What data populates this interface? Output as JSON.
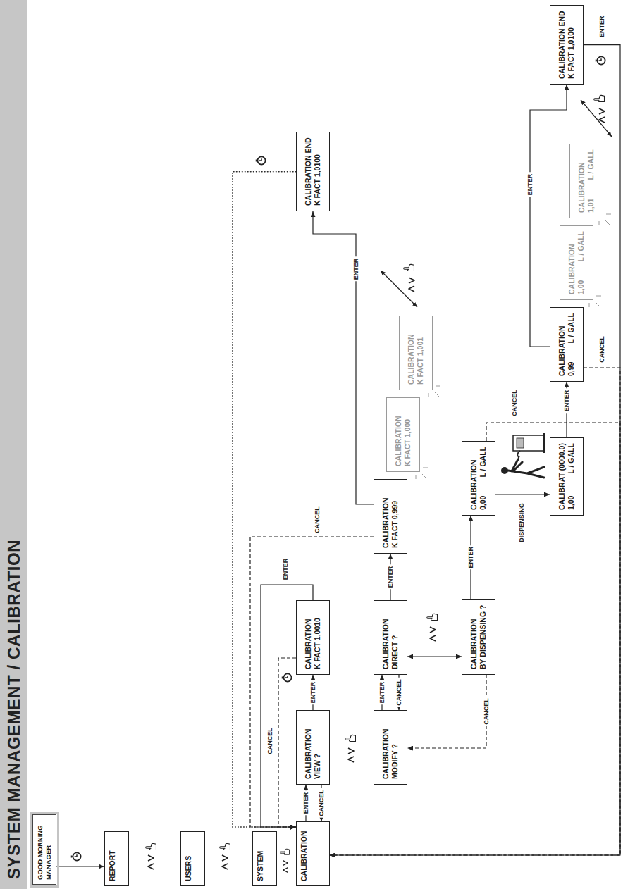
{
  "diagram": {
    "title": "SYSTEM MANAGEMENT / CALIBRATION",
    "nodes": [
      {
        "text": [
          "GOOD MORNING MANAGER"
        ]
      },
      {
        "text": [
          "REPORT"
        ]
      },
      {
        "text": [
          "USERS"
        ]
      },
      {
        "text": [
          "SYSTEM"
        ]
      },
      {
        "text": [
          "CALIBRATION"
        ]
      },
      {
        "text": [
          "CALIBRATION",
          "VIEW ?"
        ]
      },
      {
        "text": [
          "CALIBRATION",
          "K FACT 1,0010"
        ]
      },
      {
        "text": [
          "CALIBRATION END",
          "K FACT 1,0100"
        ]
      },
      {
        "text": [
          "CALIBRATION",
          "MODIFY ?"
        ]
      },
      {
        "text": [
          "CALIBRATION",
          "DIRECT ?"
        ]
      },
      {
        "text": [
          "CALIBRATION",
          "K FACT 0,999"
        ]
      },
      {
        "text": [
          "CALIBRATION",
          "K FACT 1,000"
        ]
      },
      {
        "text": [
          "CALIBRATION",
          "K FACT 1,001"
        ]
      },
      {
        "text": [
          "CALIBRATION",
          "BY DISPENSING ?"
        ]
      },
      {
        "text": [
          "CALIBRATION",
          "0,00",
          "L / GALL"
        ]
      },
      {
        "text": [
          "CALIBRAT (0000.0)",
          "1,00",
          "L / GALL"
        ]
      },
      {
        "text": [
          "CALIBRATION",
          "0,99",
          "L / GALL"
        ]
      },
      {
        "text": [
          "CALIBRATION",
          "1,00",
          "L / GALL"
        ]
      },
      {
        "text": [
          "CALIBRATION",
          "1,01",
          "L / GALL"
        ]
      },
      {
        "text": [
          "CALIBRATION END",
          "K FACT 1,0100"
        ]
      }
    ],
    "edges": [
      {
        "from": 0,
        "to": 1,
        "arrow": "to"
      },
      {
        "from": 4,
        "to": 5,
        "label": "ENTER",
        "arrow": "to"
      },
      {
        "from": 5,
        "to": 4,
        "label": "CANCEL",
        "arrow": "to"
      },
      {
        "from": 5,
        "to": 6,
        "label": "ENTER",
        "arrow": "to"
      },
      {
        "from": 6,
        "to": 4,
        "label": "ENTER",
        "arrow": "to"
      },
      {
        "from": 6,
        "to": 4,
        "label": "CANCEL",
        "arrow": "to"
      },
      {
        "from": 7,
        "to": 4,
        "arrow": "to"
      },
      {
        "from": 8,
        "to": 9,
        "label": "ENTER",
        "arrow": "to"
      },
      {
        "from": 9,
        "to": 8,
        "label": "CANCEL",
        "arrow": "to"
      },
      {
        "from": 9,
        "to": 13,
        "arrow": "both"
      },
      {
        "from": 9,
        "to": 10,
        "label": "ENTER",
        "arrow": "to"
      },
      {
        "from": 10,
        "to": 7,
        "label": "ENTER",
        "arrow": "to"
      },
      {
        "from": 10,
        "to": 4,
        "label": "CANCEL",
        "arrow": "to"
      },
      {
        "from": 13,
        "to": 14,
        "label": "ENTER",
        "arrow": "to"
      },
      {
        "from": 13,
        "to": 8,
        "label": "CANCEL",
        "arrow": "to"
      },
      {
        "from": 14,
        "to": 15,
        "label": "DISPENSING",
        "arrow": "to"
      },
      {
        "from": 14,
        "to": 4,
        "label": "CANCEL",
        "arrow": "to"
      },
      {
        "from": 15,
        "to": 16,
        "label": "ENTER",
        "arrow": "to"
      },
      {
        "from": 16,
        "to": 19,
        "label": "ENTER",
        "arrow": "to"
      },
      {
        "from": 16,
        "to": 4,
        "label": "CANCEL",
        "arrow": "to"
      },
      {
        "from": 19,
        "to": 4,
        "label": "ENTER",
        "arrow": "to"
      }
    ]
  }
}
